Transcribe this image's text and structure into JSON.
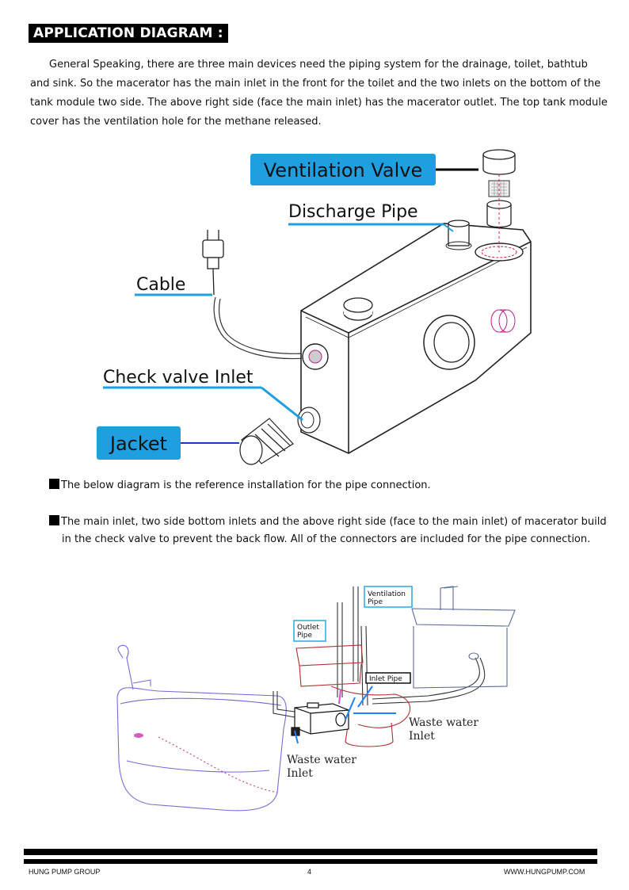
{
  "heading": "APPLICATION DIAGRAM :",
  "intro": "General Speaking, there are three main devices need the piping system for the drainage, toilet, bathtub and sink. So the macerator has the main inlet in the front for the toilet and the two inlets on the bottom of the tank module two side. The above right side (face the main inlet) has the macerator outlet. The top tank module cover has the ventilation hole for the methane released.",
  "diagram1": {
    "labels": {
      "ventilation_valve": "Ventilation Valve",
      "discharge_pipe": "Discharge Pipe",
      "cable": "Cable",
      "check_valve_inlet": "Check valve Inlet",
      "jacket": "Jacket"
    },
    "colors": {
      "label_box": "#1f9fe0",
      "leader": "#1f9fe0"
    }
  },
  "bullets": [
    {
      "line1": "The below diagram is the reference installation for the pipe connection.",
      "line2": ""
    },
    {
      "line1": "The main inlet, two side bottom inlets and the above right side (face to the main inlet) of macerator build",
      "line2": "in the check valve to prevent the back flow. All of the connectors are included for the pipe connection."
    }
  ],
  "diagram2": {
    "labels": {
      "ventilation_pipe_1": "Ventilation",
      "ventilation_pipe_2": "Pipe",
      "outlet_pipe_1": "Outlet",
      "outlet_pipe_2": "Pipe",
      "inlet_pipe": "Inlet Pipe",
      "waste_right_1": "Waste water",
      "waste_right_2": "Inlet",
      "waste_left_1": "Waste water",
      "waste_left_2": "Inlet"
    }
  },
  "footer": {
    "left": "HUNG PUMP GROUP",
    "page": "4",
    "right": "WWW.HUNGPUMP.COM"
  }
}
